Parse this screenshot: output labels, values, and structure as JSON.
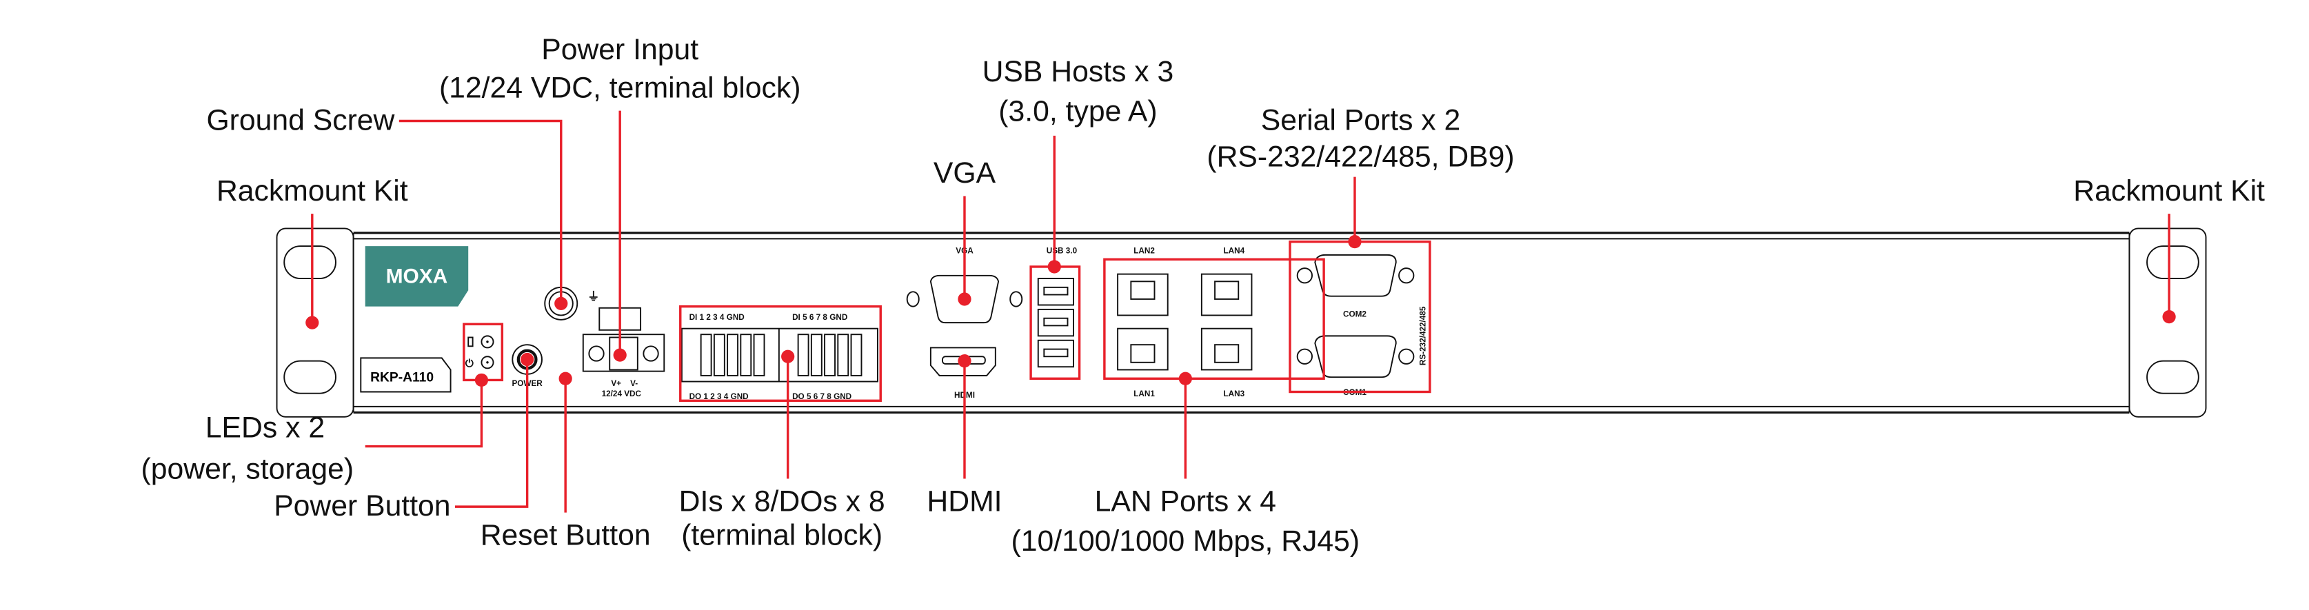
{
  "device": {
    "brand_logo": "MOXA",
    "model": "RKP-A110",
    "brand_color": "#3d8a82",
    "accent_color": "#e8202a",
    "panel_labels": {
      "power": "POWER",
      "v_plus": "V+",
      "v_minus": "V-",
      "voltage": "12/24 VDC",
      "di_row_1": "DI  1  2  3  4  GND",
      "di_row_2": "DI  5  6  7  8  GND",
      "do_row_1": "DO 1  2  3  4  GND",
      "do_row_2": "DO 5  6  7  8  GND",
      "vga": "VGA",
      "hdmi": "HDMI",
      "usb": "USB 3.0",
      "lan1": "LAN1",
      "lan2": "LAN2",
      "lan3": "LAN3",
      "lan4": "LAN4",
      "com1": "COM1",
      "com2": "COM2",
      "serial_mode": "RS-232/422/485"
    }
  },
  "callouts": {
    "power_input": {
      "line1": "Power Input",
      "line2": "(12/24 VDC, terminal block)"
    },
    "ground_screw": {
      "line1": "Ground Screw"
    },
    "rackmount_left": {
      "line1": "Rackmount Kit"
    },
    "usb": {
      "line1": "USB Hosts x 3",
      "line2": "(3.0, type A)"
    },
    "vga": {
      "line1": "VGA"
    },
    "serial": {
      "line1": "Serial Ports x 2",
      "line2": "(RS-232/422/485, DB9)"
    },
    "rackmount_right": {
      "line1": "Rackmount Kit"
    },
    "leds": {
      "line1": "LEDs x 2",
      "line2": "(power, storage)"
    },
    "power_button": {
      "line1": "Power Button"
    },
    "reset_button": {
      "line1": "Reset Button"
    },
    "dio": {
      "line1": "DIs x 8/DOs x 8",
      "line2": "(terminal block)"
    },
    "hdmi": {
      "line1": "HDMI"
    },
    "lan": {
      "line1": "LAN Ports x 4",
      "line2": "(10/100/1000 Mbps, RJ45)"
    }
  }
}
